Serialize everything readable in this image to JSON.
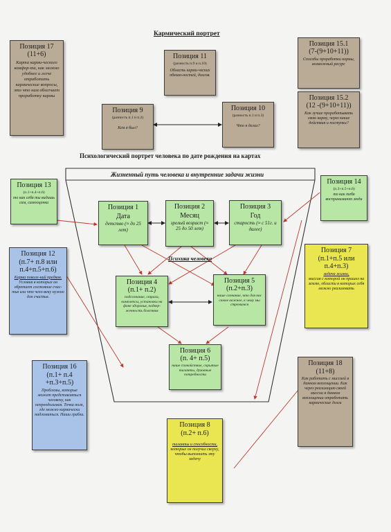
{
  "titles": {
    "karmic": "Кармический портрет",
    "psycho": "Психологический портрет человека по дате рождения на картах",
    "frame": "Жизненный путь человека и внутренние задачи жизни",
    "psyche": "Психика человека"
  },
  "positions": {
    "p17": {
      "title": "Позиция 17",
      "formula": "(11+6)",
      "desc": "Карта карми-ческого комфор-та, как можно удобнее и легче отработать кармические вопросы, это что нам облегчает проработку кармы"
    },
    "p11": {
      "title": "Позиция 11",
      "sub": "(разность п.9 и п.10)",
      "desc": "Область карми-ческих обязан-ностей, долгов."
    },
    "p15_1": {
      "title": "Позиция 15.1",
      "formula": "(7-(9+10+11))",
      "desc": "Способы проработки кармы, возможный ресурс"
    },
    "p15_2": {
      "title": "Позиция 15.2",
      "formula": "(12 -(9+10+11))",
      "desc": "Как лучше прорабатывать свою карму, через какие действия и поступки?"
    },
    "p9": {
      "title": "Позиция 9",
      "sub": "(разность п.1 и п.2)",
      "desc": "Кем я был?"
    },
    "p10": {
      "title": "Позиция 10",
      "sub": "(разность п.1 и п.3)",
      "desc": "Что я делал?"
    },
    "p13": {
      "title": "Позиция 13",
      "sub": "(п.1+п.4+п.6)",
      "desc": "то как себя ты видишь сам, самооценка"
    },
    "p14": {
      "title": "Позиция 14",
      "sub": "(п.3+п.5+п.6)",
      "desc": "то как тебя воспринимают люди"
    },
    "p1": {
      "title": "Позиция 1",
      "name": "Дата",
      "age": "детство (≈ до 25 лет)"
    },
    "p2": {
      "title": "Позиция 2",
      "name": "Месяц",
      "age": "зрелый возраст (≈ 25 до 50 лет)"
    },
    "p3": {
      "title": "Позиция 3",
      "name": "Год",
      "age": "старость (≈ с 51г. и далее)"
    },
    "p12": {
      "title": "Позиция 12",
      "formula": "(п.7+ п.8 или п.4+п.5+п.6)",
      "desc_u": "Карма поколе-ний предков.",
      "desc": "Условия в которых он обретает состояние счас-тья или что чело-веку нужно для счастья."
    },
    "p7": {
      "title": "Позиция 7",
      "formula": "(п.1+п.5 или п.4+п.3)",
      "desc_u": "задача жизни,",
      "desc": "миссия с которой он пришел на землю, области в которых себя можно реализовать"
    },
    "p4": {
      "title": "Позиция 4",
      "formula": "(п.1+ п.2)",
      "desc": "подсознание, страхи, комплексы, установки на фоне здоровья, подвер-женность болезням"
    },
    "p5": {
      "title": "Позиция 5",
      "formula": "(п.2+п.3)",
      "desc": "наше сознание, что для нас самое важное, к чему мы стремимся"
    },
    "p6": {
      "title": "Позиция 6",
      "formula": "(п. 4+ п.5)",
      "desc": "наше спокойствие, скрытые таланты, духовные потребности"
    },
    "p16": {
      "title": "Позиция 16",
      "formula": "(п.1+ п.4 +п.3+п.5)",
      "desc": "Проблемы, которые может представляться человеку, как непреодолимая. Точка ноля, где можно кармически надломиться. Наши грабли."
    },
    "p18": {
      "title": "Позиция 18",
      "formula": "(11+8)",
      "desc": "Как работать с миссией в данном воплощении. Как через реализацию своей миссии в данном воплощении отработать кармические долги"
    },
    "p8": {
      "title": "Позиция 8",
      "formula": "(п.2+ п.6)",
      "desc_u": "таланты и способности,",
      "desc": "которые он получил сверху, чтобы выполнить эту задачу"
    }
  },
  "colors": {
    "brown": "#b9ab95",
    "green": "#b8e6a5",
    "blue": "#a9c3e8",
    "yellow": "#eae651",
    "arrow_red": "#c0392b",
    "arrow_black": "#222222"
  }
}
